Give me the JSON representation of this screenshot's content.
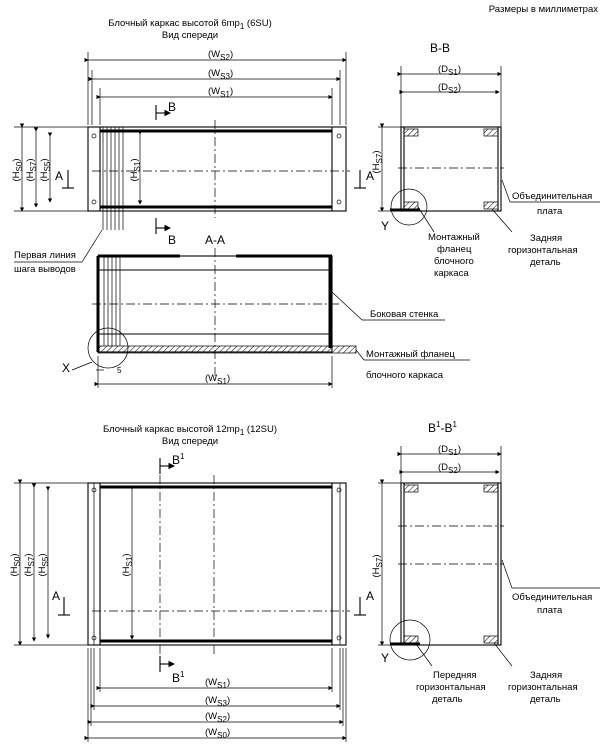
{
  "header": {
    "units_note": "Размеры в миллиметрах"
  },
  "top": {
    "title_line1": "Блочный каркас высотой 6mp",
    "title_sub": "1",
    "title_tail": " (6SU)",
    "title_line2": "Вид спереди",
    "dim_ws2": "(W",
    "ws2_sub": "S2",
    "dim_ws3": "(W",
    "ws3_sub": "S3",
    "dim_ws1": "(W",
    "ws1_sub": "S1",
    "hs0": "(H",
    "hs0_sub": "S0",
    "hs7": "(H",
    "hs7_sub": "S7",
    "hs5": "(H",
    "hs5_sub": "S5",
    "hs1": "(H",
    "hs1_sub": "S1",
    "cut_a": "A",
    "cut_b": "B",
    "first_line_1": "Первая линия",
    "first_line_2": "шага выводов"
  },
  "section_bb": {
    "title": "B-B",
    "ds1": "(D",
    "ds1_sub": "S1",
    "ds2": "(D",
    "ds2_sub": "S2",
    "hs7": "(H",
    "hs7_sub": "S7",
    "label_y": "Y",
    "mount_flange_1": "Монтажный",
    "mount_flange_2": "фланец",
    "mount_flange_3": "блочного",
    "mount_flange_4": "каркаса",
    "connect_1": "Объединительная",
    "connect_2": "плата",
    "rear_1": "Задняя",
    "rear_2": "горизонтальная",
    "rear_3": "деталь"
  },
  "section_aa": {
    "title": "A-A",
    "side_wall": "Боковая стенка",
    "mount_1": "Монтажный фланец",
    "mount_2": "блочного каркаса",
    "label_x": "X",
    "dim_5": "5",
    "ws1": "(W",
    "ws1_sub": "S1"
  },
  "bottom": {
    "title_line1": "Блочный каркас высотой 12mp",
    "title_sub": "1",
    "title_tail": " (12SU)",
    "title_line2": "Вид спереди",
    "cut_b1": "B",
    "cut_b1_sup": "1",
    "cut_a": "A",
    "ws1": "(W",
    "ws1_sub": "S1",
    "ws3": "(W",
    "ws3_sub": "S3",
    "ws2": "(W",
    "ws2_sub": "S2",
    "ws0": "(W",
    "ws0_sub": "S0",
    "hs0": "(H",
    "hs0_sub": "S0",
    "hs7": "(H",
    "hs7_sub": "S7",
    "hs5": "(H",
    "hs5_sub": "S5",
    "hs1": "(H",
    "hs1_sub": "S1"
  },
  "section_b1b1": {
    "title_b": "B",
    "title_sup": "1",
    "title_dash": "-B",
    "title_sup2": "1",
    "ds1": "(D",
    "ds1_sub": "S1",
    "ds2": "(D",
    "ds2_sub": "S2",
    "hs7": "(H",
    "hs7_sub": "S7",
    "label_y": "Y",
    "connect_1": "Объединительная",
    "connect_2": "плата",
    "front_1": "Передняя",
    "front_2": "горизонтальная",
    "front_3": "деталь",
    "rear_1": "Задняя",
    "rear_2": "горизонтальная",
    "rear_3": "деталь"
  }
}
